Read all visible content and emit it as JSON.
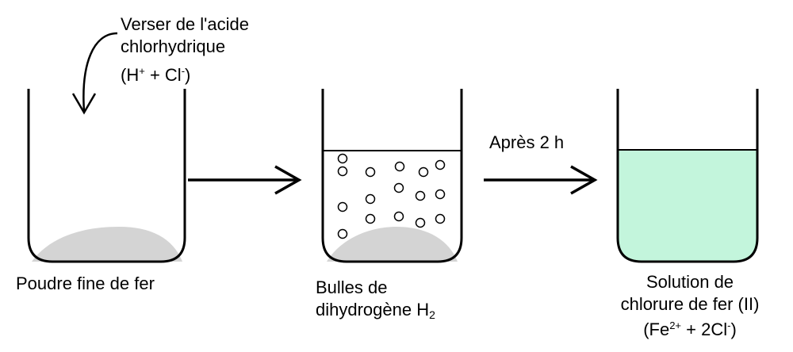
{
  "step1": {
    "instruction_line1": "Verser de l'acide",
    "instruction_line2": "chlorhydrique",
    "ions": {
      "h": "H",
      "h_charge": "+",
      "plus": "+",
      "cl": "Cl",
      "cl_charge": "-"
    },
    "caption": "Poudre fine de fer"
  },
  "step2": {
    "caption_line1": "Bulles de",
    "caption_line2": "dihydrogène H",
    "caption_sub": "2"
  },
  "step3": {
    "arrow_label": "Après 2 h",
    "caption_line1": "Solution de",
    "caption_line2": "chlorure de fer (II)",
    "formula": {
      "open": "(Fe",
      "fe_charge": "2+",
      "rest": " + 2Cl",
      "cl_charge": "-",
      "close": ")"
    }
  },
  "colors": {
    "iron_powder": "#d4d4d4",
    "solution": "#c3f5dc",
    "outline": "#000000"
  }
}
